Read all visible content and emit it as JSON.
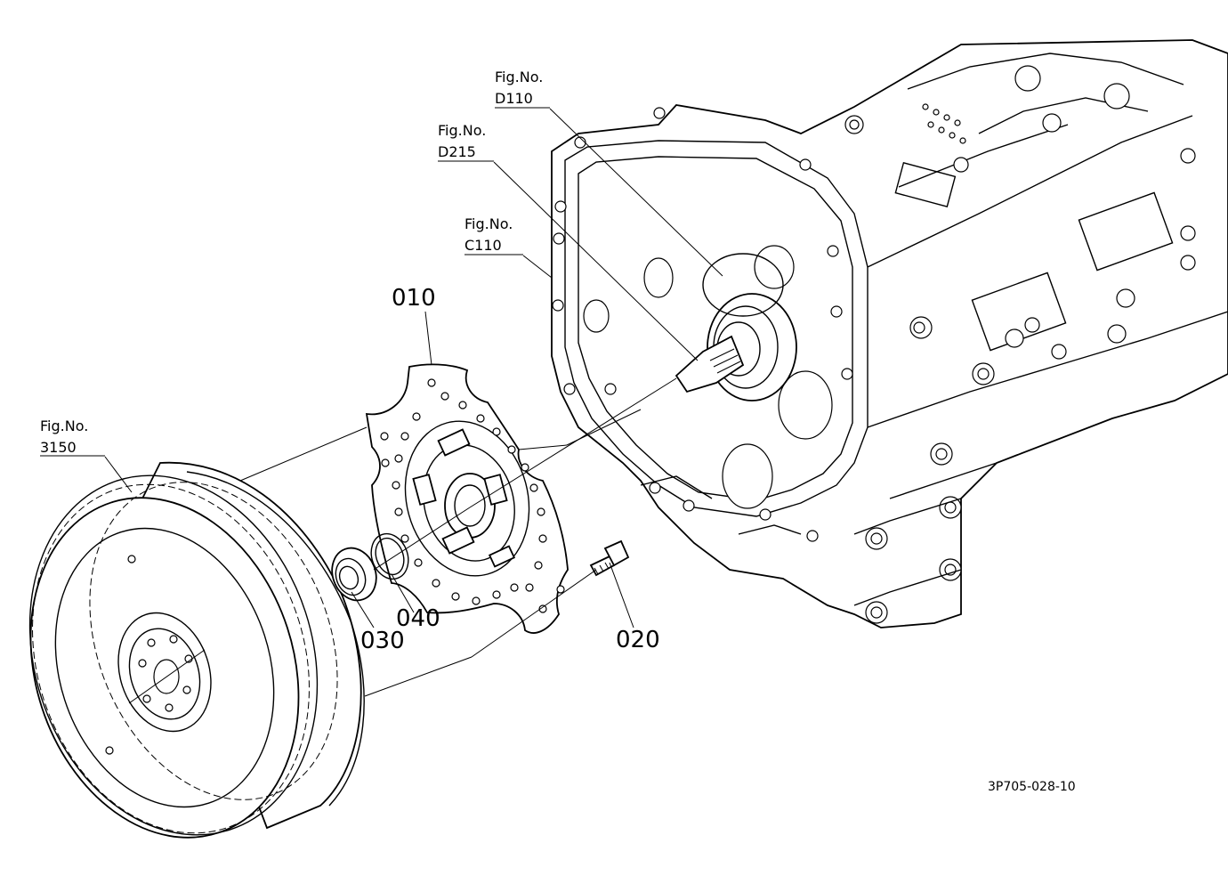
{
  "callouts": {
    "fig_d110": {
      "line1": "Fig.No.",
      "line2": "D110"
    },
    "fig_d215": {
      "line1": "Fig.No.",
      "line2": "D215"
    },
    "fig_c110": {
      "line1": "Fig.No.",
      "line2": "C110"
    },
    "fig_3150": {
      "line1": "Fig.No.",
      "line2": "3150"
    }
  },
  "parts": {
    "p010": "010",
    "p020": "020",
    "p030": "030",
    "p040": "040"
  },
  "drawing_code": "3P705-028-10"
}
